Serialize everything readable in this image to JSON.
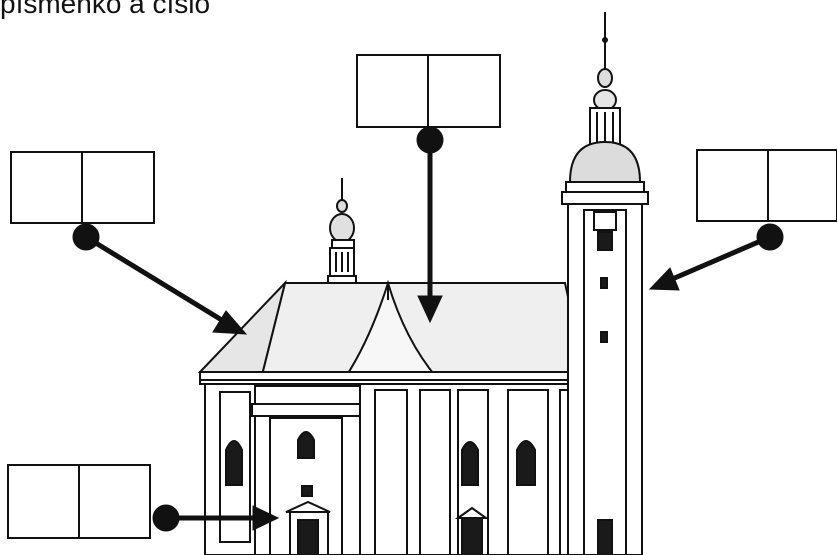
{
  "instruction": {
    "text": "písmenko a číslo"
  },
  "answer_boxes": [
    {
      "id": "roof-left",
      "cells": [
        "",
        ""
      ]
    },
    {
      "id": "roof-top",
      "cells": [
        "",
        ""
      ]
    },
    {
      "id": "tower-right",
      "cells": [
        "",
        ""
      ]
    },
    {
      "id": "portal-bottom",
      "cells": [
        "",
        ""
      ]
    }
  ],
  "colors": {
    "ink": "#111111",
    "roof_shade": "#e6e6e6",
    "window": "#1a1a1a",
    "background": "#ffffff"
  }
}
